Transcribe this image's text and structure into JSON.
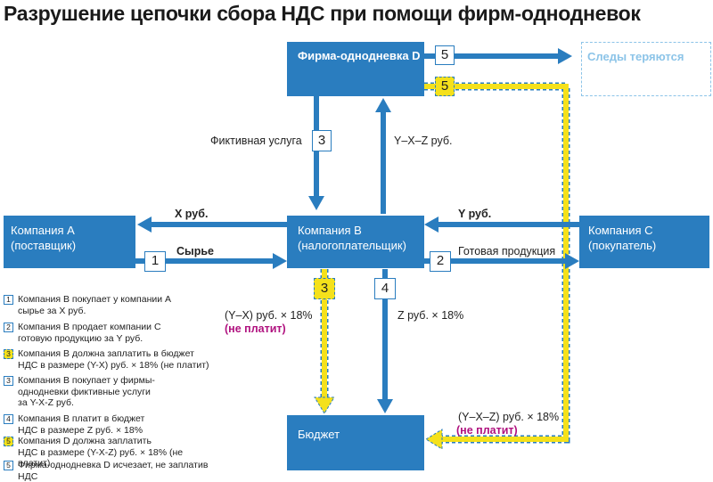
{
  "title": "Разрушение цепочки сбора НДС при помощи фирм-однодневок",
  "nodes": {
    "firm_d": "Фирма-однодневка D",
    "traces": "Следы теряются",
    "company_a": [
      "Компания A",
      "(поставщик)"
    ],
    "company_b": [
      "Компания B",
      "(налогоплательщик)"
    ],
    "company_c": [
      "Компания C",
      "(покупатель)"
    ],
    "budget": "Бюджет"
  },
  "flows": {
    "x_rub": "X руб.",
    "y_rub": "Y руб.",
    "raw": "Сырье",
    "product": "Готовая продукция",
    "fake_service": "Фиктивная услуга",
    "yxz": "Y–X–Z руб.",
    "yx_vat": "(Y–X) руб. × 18%",
    "not_paid": "(не платит)",
    "z_vat": "Z руб. × 18%",
    "yxz_vat": "(Y–X–Z) руб. × 18%"
  },
  "badges": {
    "b1": "1",
    "b2": "2",
    "b3y": "3",
    "b3": "3",
    "b4": "4",
    "b5": "5",
    "b5y": "5"
  },
  "legend": [
    {
      "num": "1",
      "yellow": false,
      "lines": [
        "Компания B покупает у компании A",
        "сырье за X руб."
      ]
    },
    {
      "num": "2",
      "yellow": false,
      "lines": [
        "Компания B продает компании C",
        "готовую продукцию за Y руб."
      ]
    },
    {
      "num": "3",
      "yellow": true,
      "lines": [
        "Компания B должна заплатить в бюджет",
        "НДС в размере (Y-X) руб. × 18% (не платит)"
      ]
    },
    {
      "num": "3",
      "yellow": false,
      "lines": [
        "Компания B покупает у фирмы-",
        "однодневки фиктивные услуги",
        "за Y-X-Z руб."
      ]
    },
    {
      "num": "4",
      "yellow": false,
      "lines": [
        "Компания B платит в бюджет",
        "НДС в размере Z руб. × 18%"
      ]
    },
    {
      "num": "5",
      "yellow": true,
      "lines": [
        "Компания D должна заплатить",
        "НДС в размере (Y-X-Z) руб. × 18% (не платит)"
      ]
    },
    {
      "num": "5",
      "yellow": false,
      "lines": [
        "Фирма-однодневка D исчезает, не заплатив НДС"
      ]
    }
  ],
  "colors": {
    "box_blue": "#2A7DBF",
    "arrow_blue": "#2A7DBF",
    "yellow": "#F5E11B",
    "ghost_blue": "#8CC4E8",
    "magenta": "#B0127F"
  }
}
